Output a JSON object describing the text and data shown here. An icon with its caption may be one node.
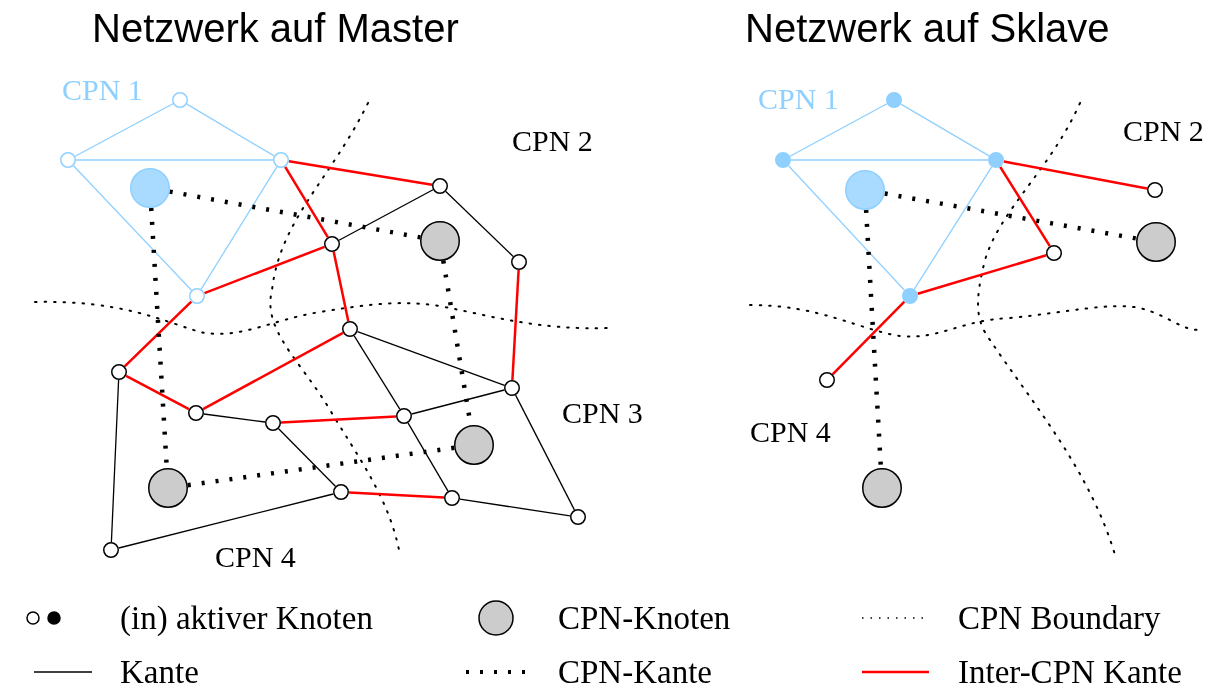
{
  "diagram": {
    "nodes": [
      {
        "text": [],
        "shape": "circle"
      },
      {
        "text": [],
        "shape": "circle"
      },
      {
        "text": [],
        "shape": "circle"
      },
      {
        "text": [],
        "shape": "circle"
      },
      {
        "text": [],
        "shape": "circle"
      },
      {
        "text": [],
        "shape": "circle"
      },
      {
        "text": [],
        "shape": "circle"
      },
      {
        "text": [],
        "shape": "circle"
      },
      {
        "text": [],
        "shape": "circle"
      },
      {
        "text": [],
        "shape": "circle"
      },
      {
        "text": [],
        "shape": "circle"
      },
      {
        "text": [],
        "shape": "circle"
      },
      {
        "text": [],
        "shape": "circle"
      },
      {
        "text": [],
        "shape": "circle"
      },
      {
        "text": [],
        "shape": "circle"
      },
      {
        "text": [],
        "shape": "circle"
      },
      {
        "text": [],
        "shape": "circle"
      },
      {
        "text": [],
        "shape": "circle"
      },
      {
        "text": [],
        "shape": "circle"
      },
      {
        "text": [],
        "shape": "circle"
      },
      {
        "text": [],
        "shape": "circle"
      },
      {
        "text": [],
        "shape": "circle"
      },
      {
        "text": [],
        "shape": "circle"
      },
      {
        "text": [],
        "shape": "circle"
      },
      {
        "text": [],
        "shape": "circle"
      },
      {
        "text": [],
        "shape": "circle"
      },
      {
        "text": [],
        "shape": "circle"
      },
      {
        "text": [],
        "shape": "circle"
      },
      {
        "text": [],
        "shape": "circle"
      },
      {
        "text": [],
        "shape": "circle"
      },
      {
        "text": [],
        "shape": "circle"
      }
    ],
    "edges": [
      {
        "from": 0,
        "to": 1,
        "arrow": "none",
        "color": "#8fd0ff"
      },
      {
        "from": 0,
        "to": 2,
        "arrow": "none",
        "color": "#8fd0ff"
      },
      {
        "from": 1,
        "to": 2,
        "arrow": "none",
        "color": "#8fd0ff"
      },
      {
        "from": 1,
        "to": 8,
        "arrow": "none",
        "color": "#8fd0ff"
      },
      {
        "from": 2,
        "to": 8,
        "arrow": "none",
        "color": "#8fd0ff"
      },
      {
        "from": 2,
        "to": 4,
        "arrow": "none",
        "color": "#ff0000"
      },
      {
        "from": 2,
        "to": 6,
        "arrow": "none",
        "color": "#ff0000"
      },
      {
        "from": 8,
        "to": 6,
        "arrow": "none",
        "color": "#ff0000"
      },
      {
        "from": 6,
        "to": 9,
        "arrow": "none",
        "color": "#ff0000"
      },
      {
        "from": 7,
        "to": 11,
        "arrow": "none",
        "color": "#ff0000"
      },
      {
        "from": 8,
        "to": 10,
        "arrow": "none",
        "color": "#ff0000"
      },
      {
        "from": 10,
        "to": 12,
        "arrow": "none",
        "color": "#ff0000"
      },
      {
        "from": 12,
        "to": 9,
        "arrow": "none",
        "color": "#ff0000"
      },
      {
        "from": 14,
        "to": 13,
        "arrow": "none",
        "color": "#ff0000"
      },
      {
        "from": 17,
        "to": 18,
        "arrow": "none",
        "color": "#ff0000"
      },
      {
        "from": 6,
        "to": 4,
        "arrow": "none"
      },
      {
        "from": 4,
        "to": 7,
        "arrow": "none"
      },
      {
        "from": 9,
        "to": 11,
        "arrow": "none"
      },
      {
        "from": 9,
        "to": 13,
        "arrow": "none"
      },
      {
        "from": 13,
        "to": 11,
        "arrow": "none"
      },
      {
        "from": 13,
        "to": 18,
        "arrow": "none"
      },
      {
        "from": 11,
        "to": 19,
        "arrow": "none"
      },
      {
        "from": 18,
        "to": 19,
        "arrow": "none"
      },
      {
        "from": 12,
        "to": 14,
        "arrow": "none"
      },
      {
        "from": 14,
        "to": 17,
        "arrow": "none"
      },
      {
        "from": 17,
        "to": 20,
        "arrow": "none"
      },
      {
        "from": 10,
        "to": 20,
        "arrow": "none"
      },
      {
        "from": 3,
        "to": 5,
        "arrow": "none",
        "style": "dashed"
      },
      {
        "from": 3,
        "to": 16,
        "arrow": "none",
        "style": "dashed"
      },
      {
        "from": 16,
        "to": 15,
        "arrow": "none",
        "style": "dashed"
      },
      {
        "from": 5,
        "to": 15,
        "arrow": "none",
        "style": "dashed"
      },
      {
        "from": 21,
        "to": 22,
        "arrow": "none",
        "color": "#8fd0ff"
      },
      {
        "from": 21,
        "to": 23,
        "arrow": "none",
        "color": "#8fd0ff"
      },
      {
        "from": 22,
        "to": 23,
        "arrow": "none",
        "color": "#8fd0ff"
      },
      {
        "from": 22,
        "to": 28,
        "arrow": "none",
        "color": "#8fd0ff"
      },
      {
        "from": 23,
        "to": 28,
        "arrow": "none",
        "color": "#8fd0ff"
      },
      {
        "from": 23,
        "to": 25,
        "arrow": "none",
        "color": "#ff0000"
      },
      {
        "from": 23,
        "to": 27,
        "arrow": "none",
        "color": "#ff0000"
      },
      {
        "from": 28,
        "to": 27,
        "arrow": "none",
        "color": "#ff0000"
      },
      {
        "from": 28,
        "to": 29,
        "arrow": "none",
        "color": "#ff0000"
      },
      {
        "from": 24,
        "to": 26,
        "arrow": "none",
        "style": "dashed"
      },
      {
        "from": 24,
        "to": 30,
        "arrow": "none",
        "style": "dashed"
      }
    ],
    "labels": [
      "Netzwerk auf Master",
      "Netzwerk auf Sklave",
      "CPN 1",
      "CPN 2",
      "CPN 3",
      "CPN 4",
      "CPN 1",
      "CPN 2",
      "CPN 4"
    ],
    "legend": [
      {
        "text": "(in) aktiver Knoten"
      },
      {
        "text": "CPN-Knoten"
      },
      {
        "text": "CPN Boundary"
      },
      {
        "text": "Kante"
      },
      {
        "text": "CPN-Kante"
      },
      {
        "text": "Inter-CPN Kante"
      }
    ]
  }
}
